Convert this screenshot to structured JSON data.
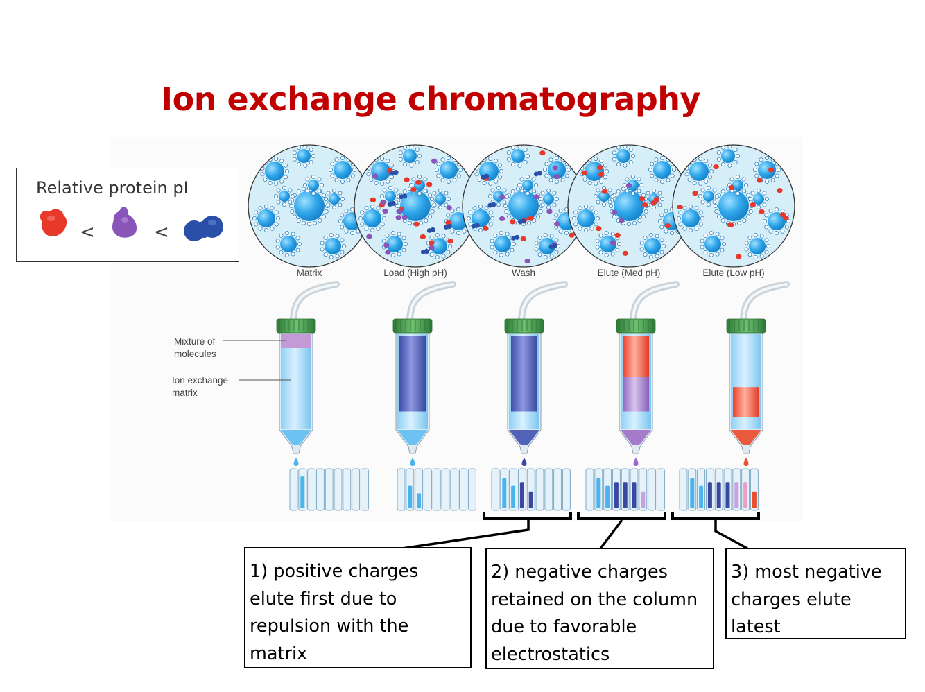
{
  "title": "Ion exchange chromatography",
  "legend": {
    "title": "Relative protein pI",
    "comparators": [
      "<",
      "<"
    ],
    "proteins": [
      "red-protein-icon",
      "purple-protein-icon",
      "blue-protein-icon"
    ]
  },
  "stages": [
    {
      "label": "Matrix"
    },
    {
      "label": "Load (High pH)"
    },
    {
      "label": "Wash"
    },
    {
      "label": "Elute (Med pH)"
    },
    {
      "label": "Elute (Low pH)"
    }
  ],
  "column_annotations": {
    "mixture": "Mixture of\nmolecules",
    "matrix": "Ion exchange\nmatrix"
  },
  "notes": [
    {
      "text": "1) positive charges\nelute first due to\nrepulsion with the\nmatrix"
    },
    {
      "text": "2) negative charges\nretained on the column\ndue to favorable\nelectrostatics"
    },
    {
      "text": "3) most negative\ncharges elute\nlatest"
    }
  ],
  "colors": {
    "title": "#c00000",
    "bead": "#33aaee",
    "circle_fill": "#d6eef8",
    "red_protein": "#e8382a",
    "purple_protein": "#8a55b8",
    "blue_protein": "#2a4fa8",
    "cap": "#3f9a4a",
    "matrix_light": "#a8d8f4"
  }
}
